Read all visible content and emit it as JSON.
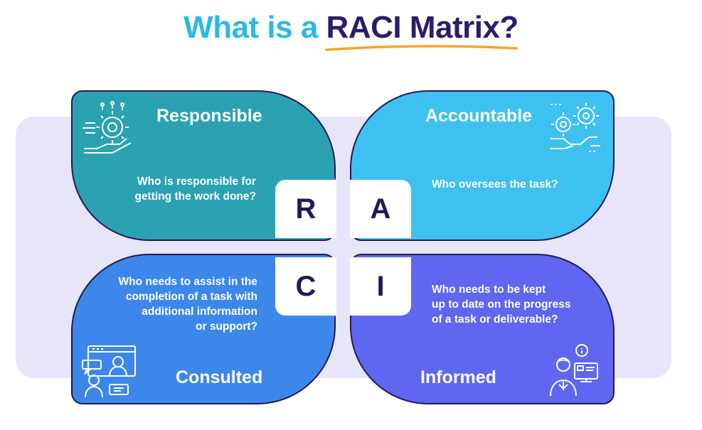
{
  "title": {
    "prefix": "What is a ",
    "highlight": "RACI Matrix",
    "suffix": "?"
  },
  "colors": {
    "title_blue": "#2db8e6",
    "title_dark": "#2b1d6b",
    "underline": "#f5a623",
    "backdrop": "#e6e5fa",
    "responsible": "#2aa2b2",
    "accountable": "#3ec0f0",
    "consulted": "#3d87ea",
    "informed": "#5f67f0",
    "outline": "#211a58"
  },
  "quadrants": {
    "responsible": {
      "letter": "R",
      "title": "Responsible",
      "desc_line1": "Who is responsible for",
      "desc_line2": "getting the work done?",
      "icon": "gear-hand-icon"
    },
    "accountable": {
      "letter": "A",
      "title": "Accountable",
      "desc_line1": "Who oversees the task?",
      "icon": "gears-handshake-icon"
    },
    "consulted": {
      "letter": "C",
      "title": "Consulted",
      "desc_line1": "Who needs to assist in the",
      "desc_line2": "completion of a task with",
      "desc_line3": "additional information",
      "desc_line4": "or support?",
      "icon": "video-consultation-icon"
    },
    "informed": {
      "letter": "I",
      "title": "Informed",
      "desc_line1": "Who needs to be kept",
      "desc_line2": "up to date on the progress",
      "desc_line3": "of a task or deliverable?",
      "icon": "person-info-monitor-icon"
    }
  }
}
